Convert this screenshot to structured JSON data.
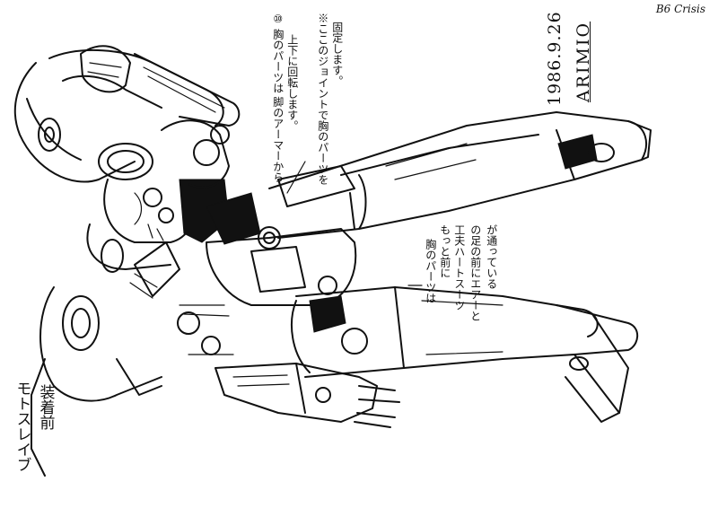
{
  "sheet_code": "B6 Crisis",
  "date": "1986.9.26",
  "artist": "ARIMIO",
  "note_top": [
    "⑩ 胸のパーツは 脚のアーマーから",
    "上下に回転します。",
    "※ここのジョイントで胸のパーツを",
    "固定します。"
  ],
  "note_right": [
    "胸のパーツは",
    "もっと前に",
    "工夫ハートスーツ",
    "の足の前にエアーと",
    "が通っている"
  ],
  "label_left": [
    "モトスレイブ",
    "装着前"
  ]
}
